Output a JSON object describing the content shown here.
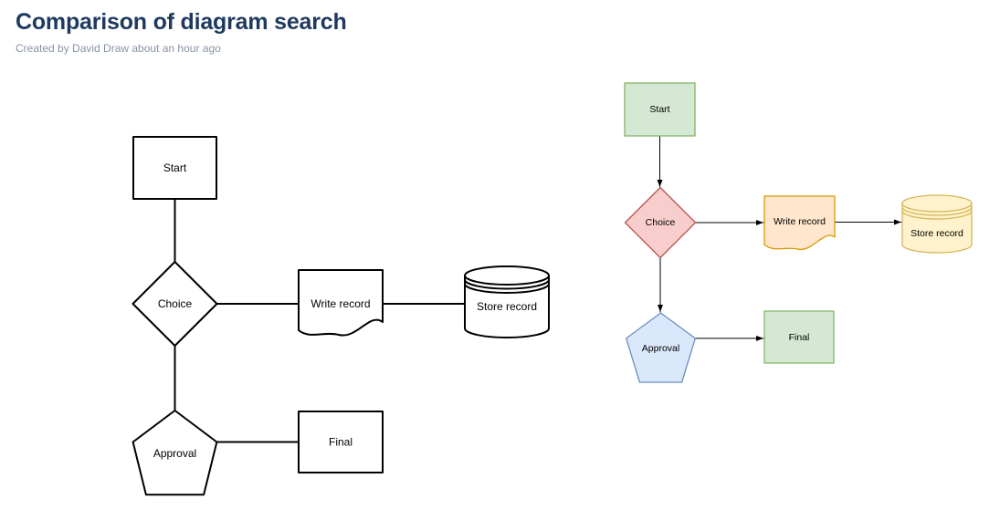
{
  "page": {
    "title": "Comparison of diagram search",
    "subtitle": "Created by David Draw about an hour ago"
  },
  "colors": {
    "title_text": "#1f3a60",
    "subtitle_text": "#8993a4"
  },
  "diagrams": {
    "left": {
      "name": "monochrome-flowchart",
      "style": {
        "fill": "#ffffff",
        "stroke": "#000000"
      },
      "edge_color": "#000000",
      "nodes": [
        {
          "id": "start",
          "shape": "rectangle",
          "label": "Start"
        },
        {
          "id": "choice",
          "shape": "diamond",
          "label": "Choice"
        },
        {
          "id": "write_record",
          "shape": "document",
          "label": "Write record"
        },
        {
          "id": "store_record",
          "shape": "cylinder",
          "label": "Store record"
        },
        {
          "id": "approval",
          "shape": "pentagon",
          "label": "Approval"
        },
        {
          "id": "final",
          "shape": "rectangle",
          "label": "Final"
        }
      ],
      "edges": [
        {
          "from": "Start",
          "to": "Choice",
          "arrow": false
        },
        {
          "from": "Choice",
          "to": "Write record",
          "arrow": false
        },
        {
          "from": "Write record",
          "to": "Store record",
          "arrow": false
        },
        {
          "from": "Choice",
          "to": "Approval",
          "arrow": false
        },
        {
          "from": "Approval",
          "to": "Final",
          "arrow": false
        }
      ]
    },
    "right": {
      "name": "colored-flowchart",
      "edge_color": "#000000",
      "nodes": [
        {
          "id": "start",
          "shape": "rectangle",
          "label": "Start",
          "fill": "#d5e8d4",
          "stroke": "#82b366"
        },
        {
          "id": "choice",
          "shape": "diamond",
          "label": "Choice",
          "fill": "#f8cecc",
          "stroke": "#b85450"
        },
        {
          "id": "write_record",
          "shape": "document",
          "label": "Write record",
          "fill": "#ffe6cc",
          "stroke": "#d79b00"
        },
        {
          "id": "store_record",
          "shape": "cylinder",
          "label": "Store record",
          "fill": "#fff2cc",
          "stroke": "#d6b656"
        },
        {
          "id": "approval",
          "shape": "pentagon",
          "label": "Approval",
          "fill": "#dae8fc",
          "stroke": "#6c8ebf"
        },
        {
          "id": "final",
          "shape": "rectangle",
          "label": "Final",
          "fill": "#d5e8d4",
          "stroke": "#82b366"
        }
      ],
      "edges": [
        {
          "from": "Start",
          "to": "Choice",
          "arrow": true
        },
        {
          "from": "Choice",
          "to": "Write record",
          "arrow": true
        },
        {
          "from": "Write record",
          "to": "Store record",
          "arrow": true
        },
        {
          "from": "Choice",
          "to": "Approval",
          "arrow": true
        },
        {
          "from": "Approval",
          "to": "Final",
          "arrow": true
        }
      ]
    }
  }
}
